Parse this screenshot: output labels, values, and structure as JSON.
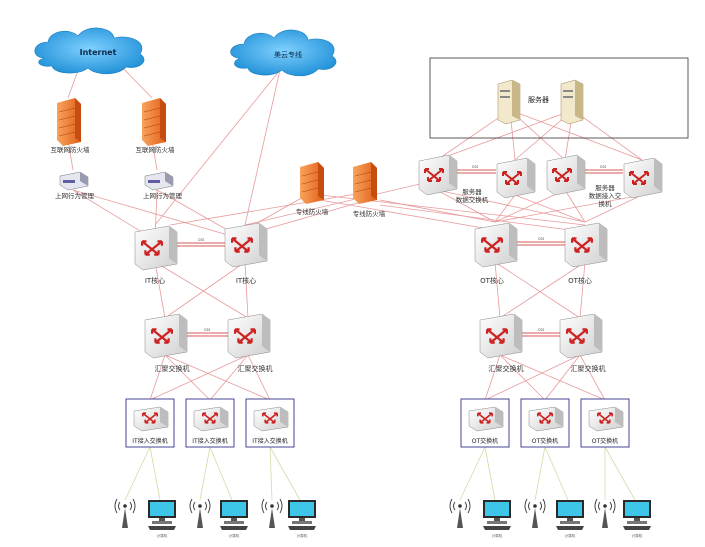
{
  "clouds": {
    "internet": "Internet",
    "meiyun": "美云专线"
  },
  "firewalls": {
    "internet_fw": "互联网防火墙",
    "line_fw": "专线防火墙"
  },
  "gateway": "上网行为管理",
  "servers": {
    "label": "服务器",
    "data_switch": "服务器数据交换机",
    "access_switch": "服务器数据接入交换机"
  },
  "cores": {
    "it": "IT核心",
    "ot": "OT核心"
  },
  "css_label": "css",
  "aggregation": "汇聚交换机",
  "access": {
    "it": "IT接入交换机",
    "ot": "OT交换机"
  },
  "pc_label": "计算机",
  "colors": {
    "link": "#e89a9a",
    "access_link": "#d8d8a8",
    "switch_body": "#f5f5f5",
    "switch_arrow": "#cc2222",
    "firewall": "#f07a2a",
    "cloud": "#2fa7e8",
    "access_frame": "#30308a"
  }
}
